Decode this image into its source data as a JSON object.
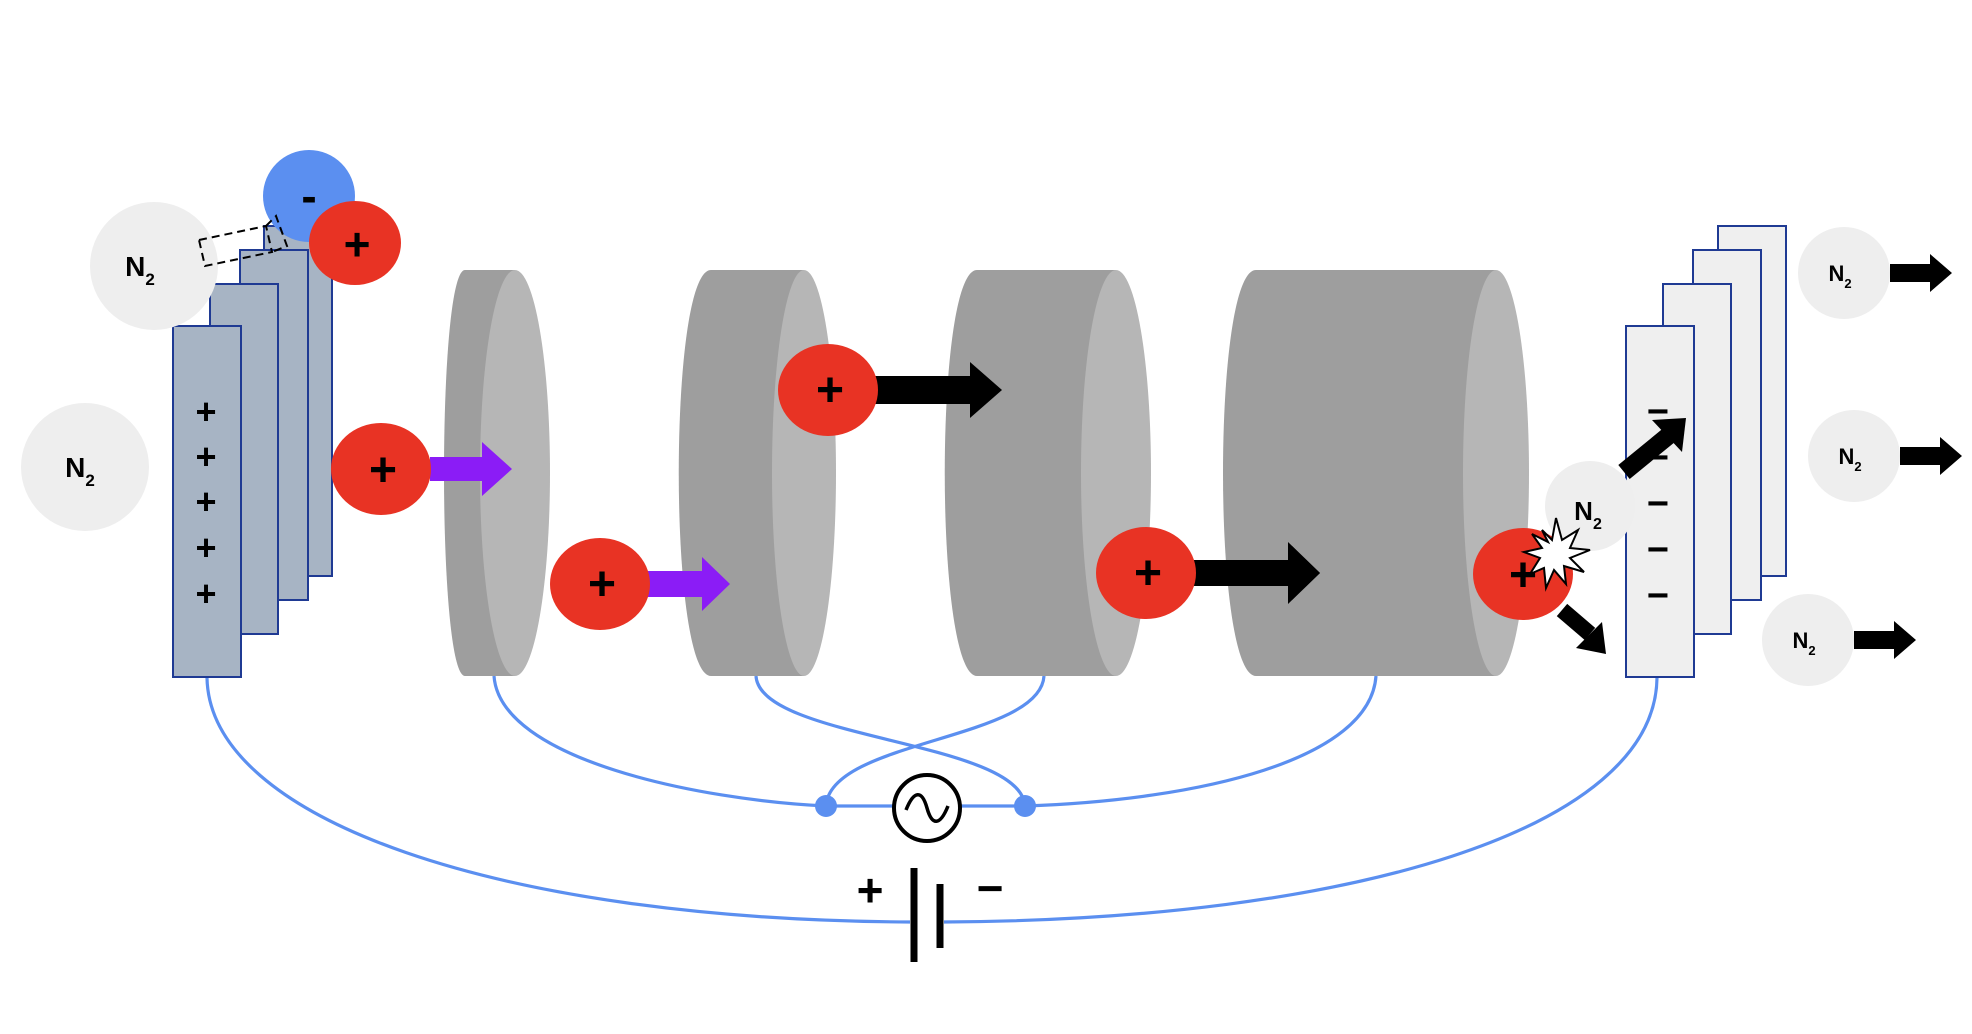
{
  "colors": {
    "background": "#ffffff",
    "wire": "#5b8ff0",
    "ion": "#e83324",
    "electron": "#5b8ff0",
    "gas": "#eeeeee",
    "positive_plate": "#a7b4c4",
    "negative_plate": "#efefef",
    "plate_border": "#1f3a93",
    "drift_tube_body": "#9e9e9e",
    "drift_tube_face": "#b6b6b6",
    "accel_arrow": "#8b1cf6",
    "velocity_arrow": "#000000"
  },
  "symbols": {
    "plus": "+",
    "minus": "−",
    "electron_sign": "-",
    "gas_symbol": "N",
    "gas_subscript": "2"
  },
  "icons": {
    "ac_source": "sine-wave-icon",
    "dc_source": "battery-icon",
    "collision": "starburst-icon"
  },
  "diagram": {
    "positive_plate_signs": [
      "+",
      "+",
      "+",
      "+",
      "+"
    ],
    "negative_plate_signs": [
      "−",
      "−",
      "−",
      "−",
      "−"
    ],
    "gas_molecule_count": 6,
    "ion_count": 6,
    "drift_tube_count": 4,
    "dc_source_polarity": {
      "plus": "+",
      "minus": "−"
    }
  }
}
